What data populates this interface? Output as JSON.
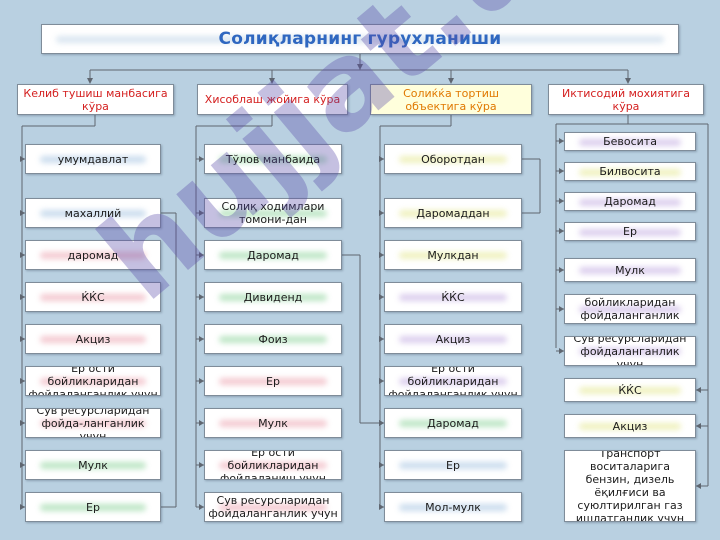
{
  "title": "Солиқларнинг гурухланиши",
  "highlights": {
    "blue": "#c5d9ec",
    "pink": "#f3c4cc",
    "green": "#b6e3bf",
    "lavender": "#d8c9ec",
    "yellow": "#eef0b8",
    "none": "transparent"
  },
  "columns": [
    {
      "header": "Келиб тушиш манбасига кўра",
      "items": [
        "умумдавлат",
        "махаллий",
        "даромад",
        "ЌЌС",
        "Акциз",
        "Ер ости бойликларидан фойдаланганлик учун",
        "Сув ресурсларидан фойда-ланганлик учун",
        "Мулк",
        "Ер"
      ]
    },
    {
      "header": "Хисоблаш жойига кўра",
      "items": [
        "Тўлов манбаида",
        "Солиқ ходимлари томони-дан",
        "Даромад",
        "Дивиденд",
        "Фоиз",
        "Ер",
        "Мулк",
        "Ер ости бойликларидан фойдаланиш учун",
        "Сув ресурсларидан фойдаланганлик учун"
      ]
    },
    {
      "header": "Солиќќа тортиш объектига кўра",
      "items": [
        "Оборотдан",
        "Даромаддан",
        "Мулкдан",
        "ЌЌС",
        "Акциз",
        "Ер ости бойликларидан фойдаланганлик учун",
        "Даромад",
        "Ер",
        "Мол-мулк"
      ]
    },
    {
      "header": "Иктисодий мохиятига кўра",
      "items": [
        "Бевосита",
        "Билвосита",
        "Даромад",
        "Ер",
        "Мулк",
        "Ер ости бойликларидан фойдаланганлик учун",
        "Сув ресурсларидан фойдаланганлик учун",
        "ЌЌС",
        "Акциз",
        "Транспорт воситаларига бензин, дизель ёқилғиси ва суюлтирилган газ ишлатганлик учун"
      ]
    }
  ],
  "watermark": "hujjat.uz"
}
